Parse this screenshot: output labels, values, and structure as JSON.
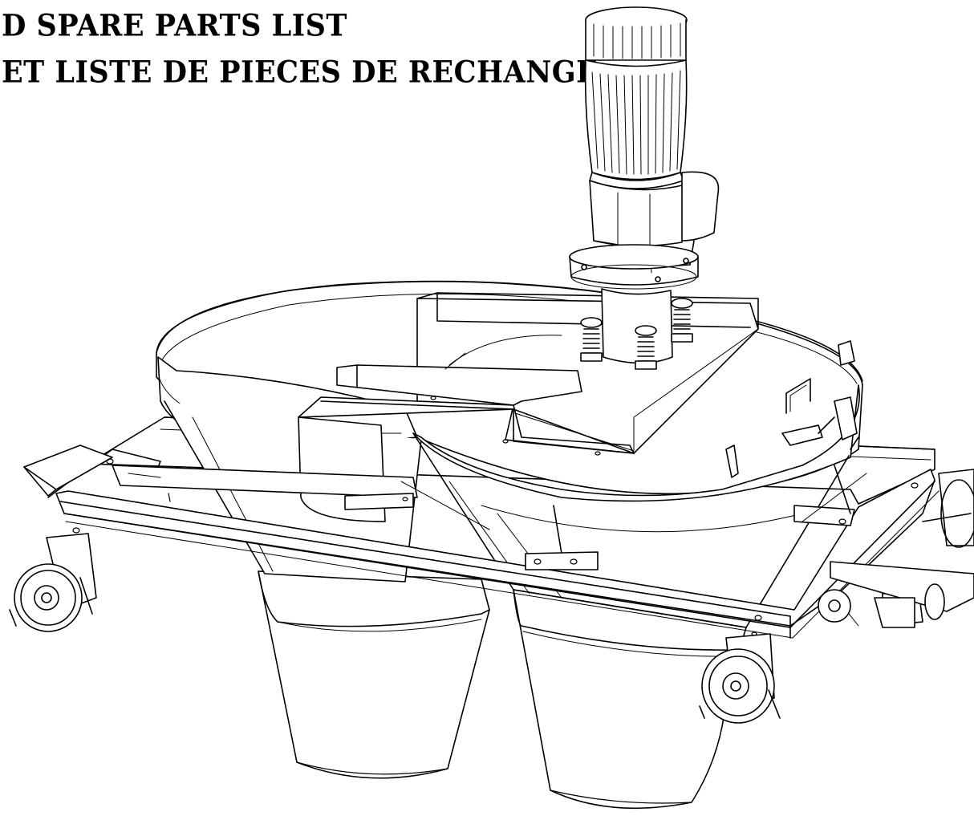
{
  "document": {
    "title_line_1": "D SPARE PARTS LIST",
    "title_line_2": "ET LISTE DE PIECES DE RECHANGE"
  },
  "drawing": {
    "subject": "Isometric line drawing of a wheeled dual-hopper frame with top-mounted motor and gearbox",
    "line_color": "#000000",
    "background_color": "#ffffff"
  }
}
